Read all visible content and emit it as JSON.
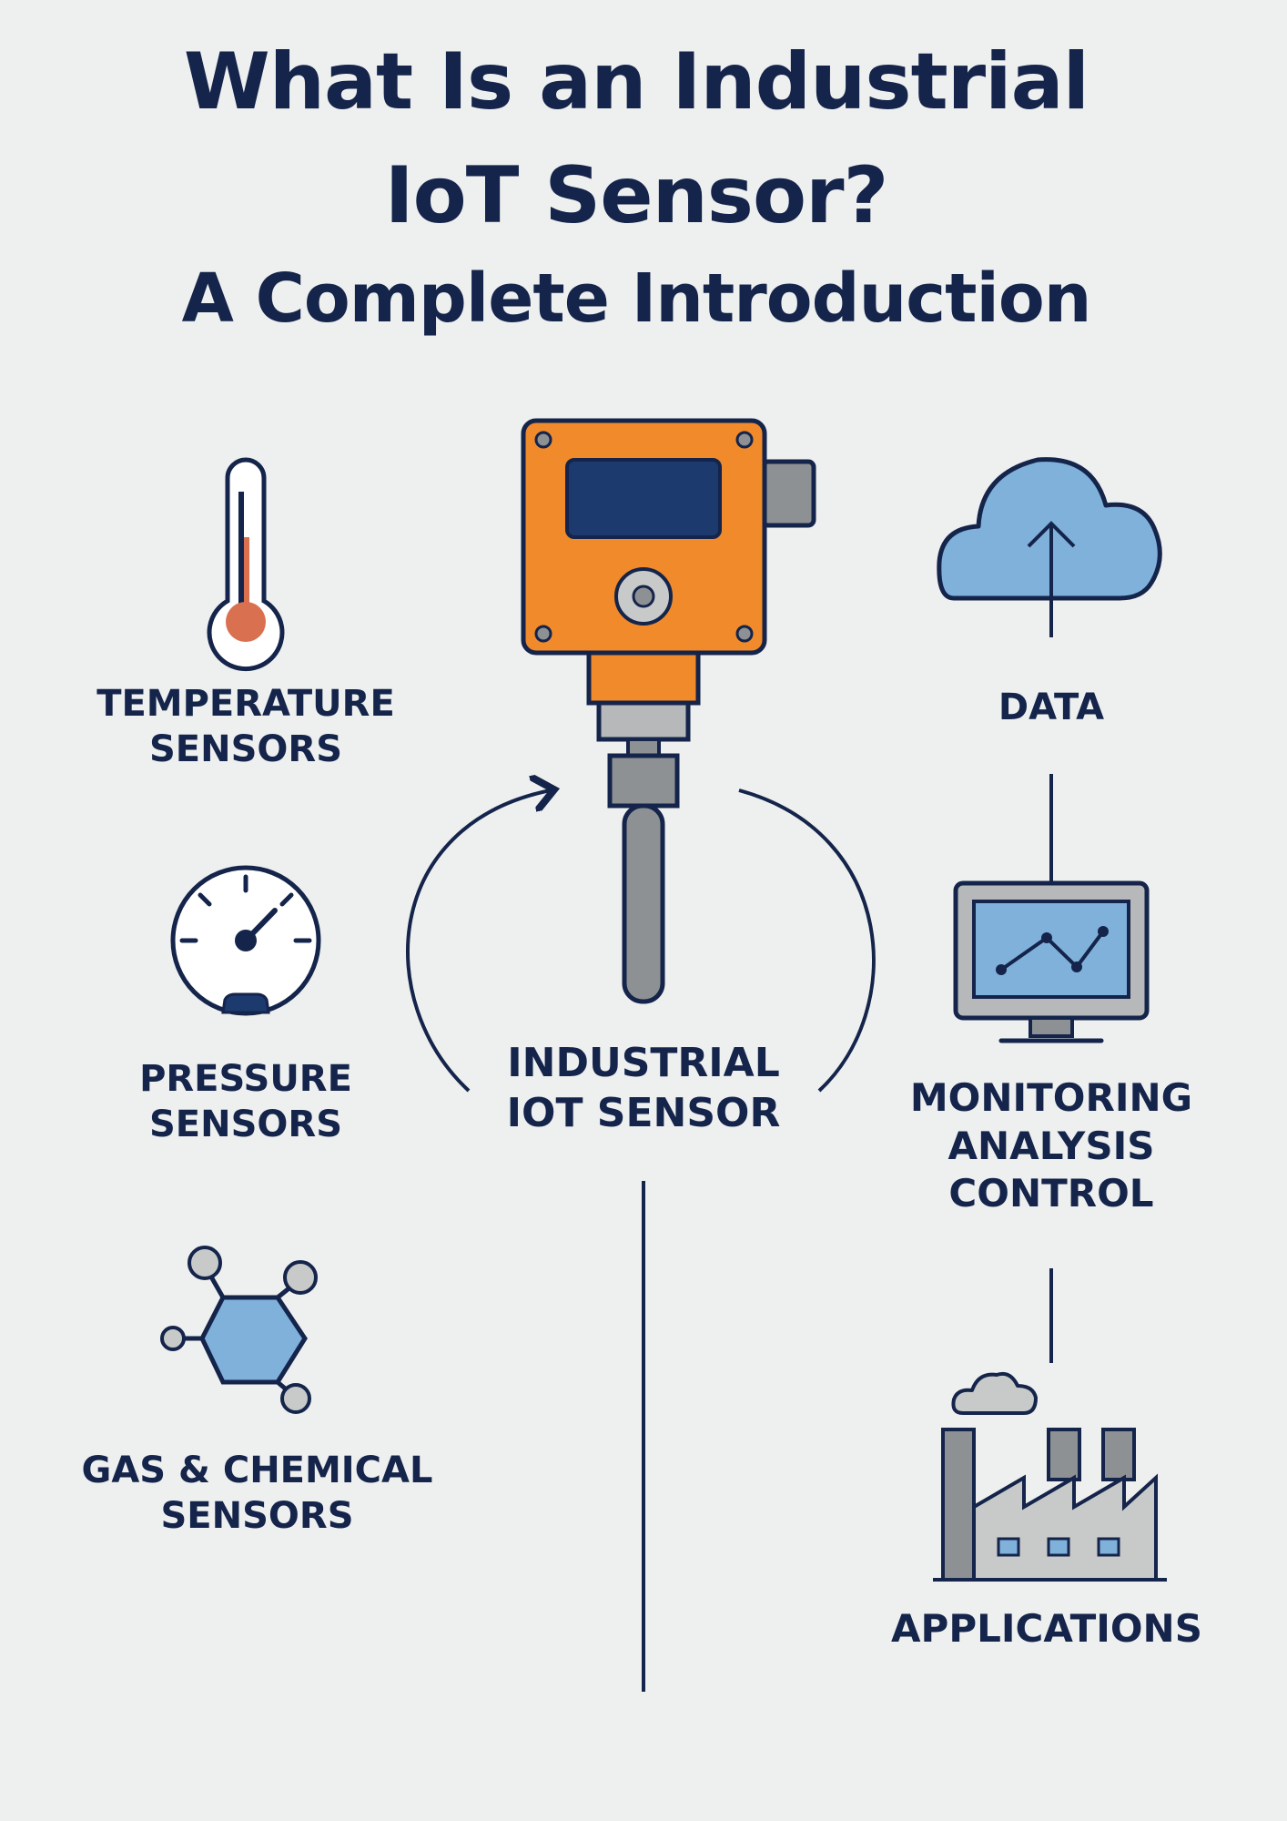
{
  "title": {
    "line1": "What Is an Industrial",
    "line2": "IoT Sensor?",
    "line3": "A Complete Introduction"
  },
  "left_items": [
    {
      "line1": "TEMPERATURE",
      "line2": "SENSORS",
      "icon": "thermometer-icon"
    },
    {
      "line1": "PRESSURE",
      "line2": "SENSORS",
      "icon": "pressure-gauge-icon"
    },
    {
      "line1": "GAS & CHEMICAL",
      "line2": "SENSORS",
      "icon": "molecule-icon"
    }
  ],
  "center": {
    "line1": "INDUSTRIAL",
    "line2": "IOT SENSOR",
    "icon": "industrial-sensor-icon"
  },
  "right_items": [
    {
      "lines": [
        "DATA"
      ],
      "icon": "cloud-upload-icon"
    },
    {
      "lines": [
        "MONITORING",
        "ANALYSIS",
        "CONTROL"
      ],
      "icon": "monitor-chart-icon"
    },
    {
      "lines": [
        "APPLICATIONS"
      ],
      "icon": "factory-icon"
    }
  ],
  "colors": {
    "background": "#eeefef",
    "navy": "#14244a",
    "orange": "#f08a2a",
    "light_blue": "#7fb1db",
    "gray": "#8e9193",
    "red_orange": "#d9704f"
  }
}
